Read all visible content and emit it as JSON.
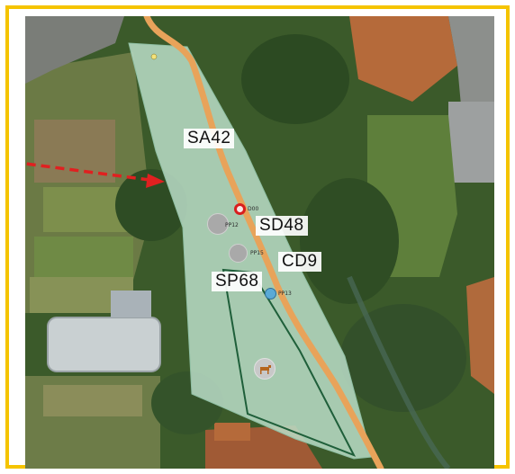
{
  "map": {
    "plots": [
      {
        "id": "plot-sa42",
        "label": "SA42"
      },
      {
        "id": "plot-sd48",
        "label": "SD48"
      },
      {
        "id": "plot-cd9",
        "label": "CD9"
      },
      {
        "id": "plot-sp68",
        "label": "SP68"
      }
    ],
    "markers": [
      {
        "id": "marker-d00",
        "text": "D00",
        "icon": "red-ring-marker-icon"
      },
      {
        "id": "marker-pp12",
        "text": "PP12",
        "icon": "tree-stump-icon"
      },
      {
        "id": "marker-pp15",
        "text": "PP15",
        "icon": "tree-stump-icon"
      },
      {
        "id": "marker-pp13",
        "text": "PP13",
        "icon": "blue-tree-icon"
      },
      {
        "id": "marker-animal",
        "text": "",
        "icon": "animal-icon"
      }
    ],
    "colors": {
      "border": "#f5c400",
      "road": "#e8a35a",
      "parcel_fill": "#b9dcc6",
      "parcel_outline": "#1f5f3a",
      "arrow": "#e02020",
      "red_marker": "#d81e1e"
    }
  }
}
